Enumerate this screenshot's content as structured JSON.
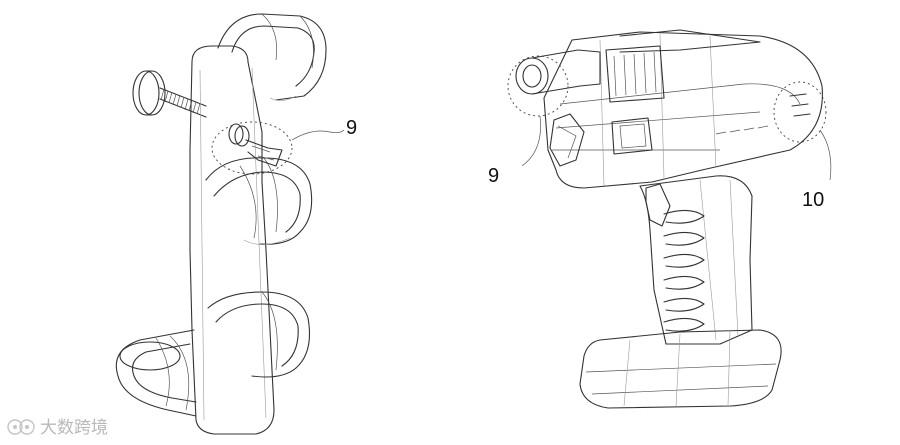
{
  "figure": {
    "left_part": {
      "reference_label": "9"
    },
    "right_part": {
      "reference_labels": [
        "9",
        "10"
      ]
    }
  },
  "watermark": {
    "text": "大数跨境",
    "logo": "watermark-logo-icon"
  },
  "colors": {
    "line": "#333333",
    "background": "#ffffff",
    "watermark": "#b9b9b9"
  }
}
